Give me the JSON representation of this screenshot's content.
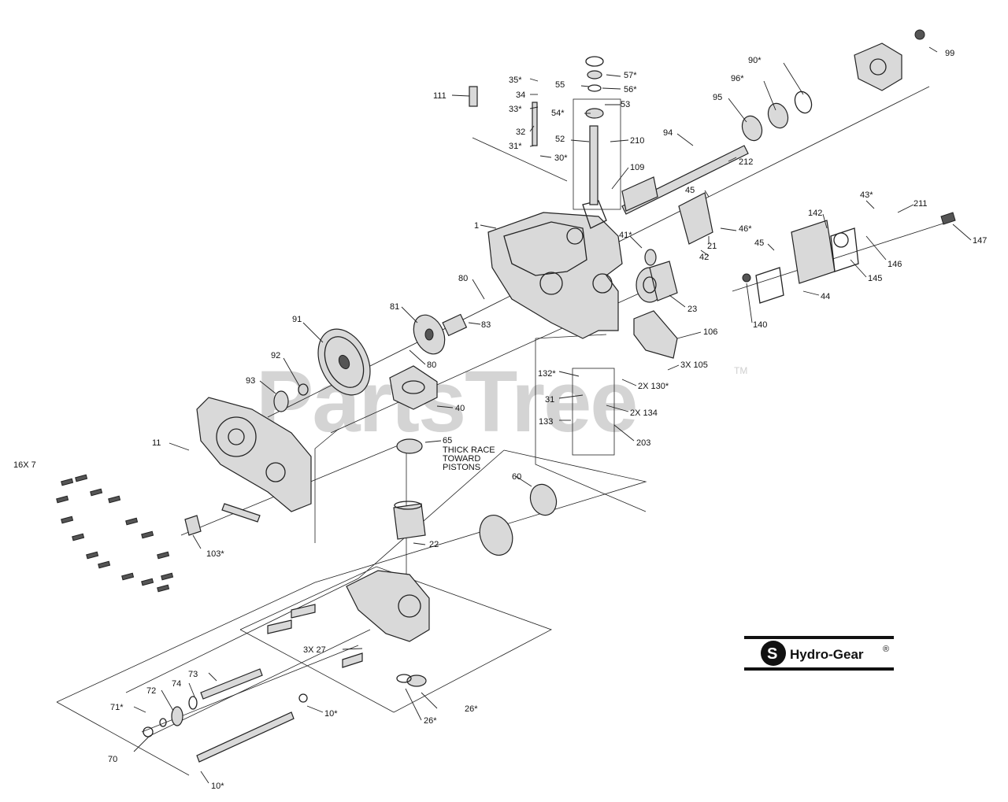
{
  "watermark": {
    "text": "PartsTree",
    "tm": "TM"
  },
  "logo": {
    "text": "Hydro-Gear",
    "mark": "®"
  },
  "callouts": [
    {
      "id": "c99",
      "text": "99"
    },
    {
      "id": "c90",
      "text": "90*"
    },
    {
      "id": "c96",
      "text": "96*"
    },
    {
      "id": "c95",
      "text": "95"
    },
    {
      "id": "c94",
      "text": "94"
    },
    {
      "id": "c212",
      "text": "212"
    },
    {
      "id": "c57",
      "text": "57*"
    },
    {
      "id": "c56",
      "text": "56*"
    },
    {
      "id": "c55",
      "text": "55"
    },
    {
      "id": "c53",
      "text": "53"
    },
    {
      "id": "c54",
      "text": "54*"
    },
    {
      "id": "c52",
      "text": "52"
    },
    {
      "id": "c210",
      "text": "210"
    },
    {
      "id": "c109",
      "text": "109"
    },
    {
      "id": "c35",
      "text": "35*"
    },
    {
      "id": "c34",
      "text": "34"
    },
    {
      "id": "c33",
      "text": "33*"
    },
    {
      "id": "c32",
      "text": "32"
    },
    {
      "id": "c31s",
      "text": "31*"
    },
    {
      "id": "c30",
      "text": "30*"
    },
    {
      "id": "c111",
      "text": "111"
    },
    {
      "id": "c1",
      "text": "1"
    },
    {
      "id": "c45a",
      "text": "45"
    },
    {
      "id": "c46",
      "text": "46*"
    },
    {
      "id": "c21",
      "text": "21"
    },
    {
      "id": "c42",
      "text": "42"
    },
    {
      "id": "c41",
      "text": "41*"
    },
    {
      "id": "c43",
      "text": "43*"
    },
    {
      "id": "c211",
      "text": "211"
    },
    {
      "id": "c142",
      "text": "142"
    },
    {
      "id": "c147",
      "text": "147"
    },
    {
      "id": "c45b",
      "text": "45"
    },
    {
      "id": "c146",
      "text": "146"
    },
    {
      "id": "c145",
      "text": "145"
    },
    {
      "id": "c44",
      "text": "44"
    },
    {
      "id": "c140",
      "text": "140"
    },
    {
      "id": "c23",
      "text": "23"
    },
    {
      "id": "c106",
      "text": "106"
    },
    {
      "id": "c105",
      "text": "3X 105"
    },
    {
      "id": "c130",
      "text": "2X 130*"
    },
    {
      "id": "c132",
      "text": "132*"
    },
    {
      "id": "c31",
      "text": "31"
    },
    {
      "id": "c134",
      "text": "2X 134"
    },
    {
      "id": "c133",
      "text": "133"
    },
    {
      "id": "c203",
      "text": "203"
    },
    {
      "id": "c80a",
      "text": "80"
    },
    {
      "id": "c83",
      "text": "83"
    },
    {
      "id": "c81",
      "text": "81"
    },
    {
      "id": "c80b",
      "text": "80"
    },
    {
      "id": "c91",
      "text": "91"
    },
    {
      "id": "c92",
      "text": "92"
    },
    {
      "id": "c93",
      "text": "93"
    },
    {
      "id": "c40",
      "text": "40"
    },
    {
      "id": "c11",
      "text": "11"
    },
    {
      "id": "c65",
      "text": "65"
    },
    {
      "id": "c16x7",
      "text": "16X 7"
    },
    {
      "id": "c60",
      "text": "60"
    },
    {
      "id": "c103",
      "text": "103*"
    },
    {
      "id": "c22",
      "text": "22"
    },
    {
      "id": "c27",
      "text": "3X 27"
    },
    {
      "id": "c73",
      "text": "73"
    },
    {
      "id": "c74",
      "text": "74"
    },
    {
      "id": "c72",
      "text": "72"
    },
    {
      "id": "c71",
      "text": "71*"
    },
    {
      "id": "c70",
      "text": "70"
    },
    {
      "id": "c10a",
      "text": "10*"
    },
    {
      "id": "c10b",
      "text": "10*"
    },
    {
      "id": "c26a",
      "text": "26*"
    },
    {
      "id": "c26b",
      "text": "26*"
    }
  ],
  "notes": {
    "thick_race": [
      "THICK RACE",
      "TOWARD",
      "PISTONS"
    ]
  }
}
